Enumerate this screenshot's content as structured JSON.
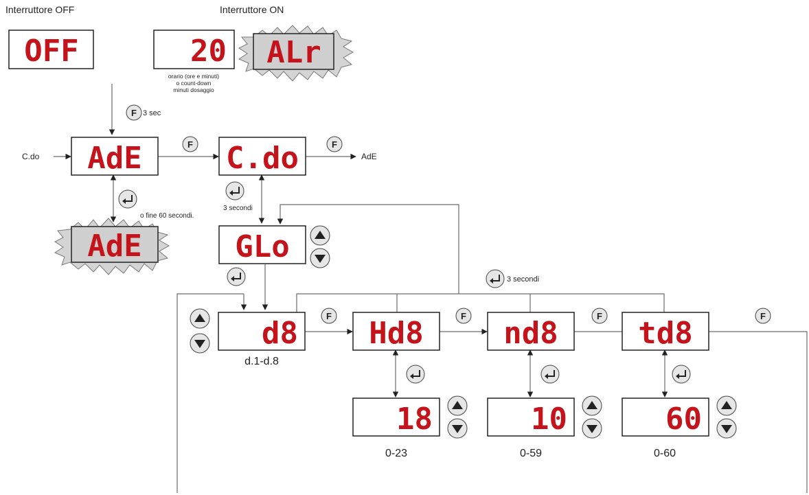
{
  "labels": {
    "switch_off": "Interruttore OFF",
    "switch_on": "Interruttore ON",
    "note_line1": "orario (ore e minuti)",
    "note_line2": "o count-down",
    "note_line3": "minuti dosaggio",
    "f_3sec": "3 sec",
    "cdo_in": "C.do",
    "ade_out": "AdE",
    "end_60": "o fine 60 secondi.",
    "three_sec": "3 secondi",
    "enter_3sec": "3 secondi",
    "range_d8": "d.1-d.8",
    "range_h": "0-23",
    "range_m": "0-59",
    "range_t": "0-60"
  },
  "displays": {
    "off": "OFF",
    "num20": "20",
    "alr": "ALr",
    "ade": "AdE",
    "ade_blink": "AdE",
    "cdo": "C.do",
    "glo": "GLo",
    "d8": "d8",
    "hd8": "Hd8",
    "nd8": "nd8",
    "td8": "td8",
    "v18": "18",
    "v10": "10",
    "v60": "60"
  },
  "buttons": {
    "f_label": "F"
  },
  "icons": {
    "f_button": "f-key-icon",
    "enter_button": "enter-icon",
    "up_button": "arrow-up-icon",
    "down_button": "arrow-down-icon"
  },
  "colors": {
    "display_text": "#c4131b",
    "burst_fill": "#d4d4d4"
  }
}
